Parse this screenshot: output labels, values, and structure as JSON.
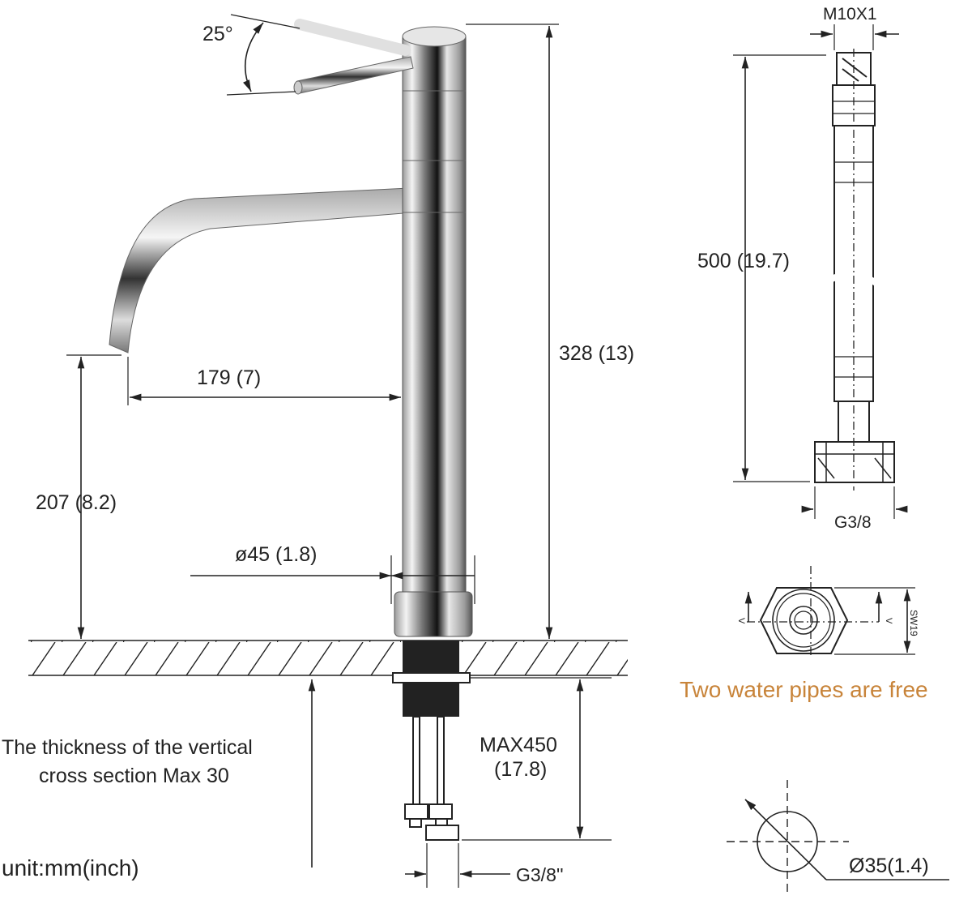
{
  "title": "Faucet dimension drawing",
  "labels": {
    "angle": "25°",
    "height": "328 (13)",
    "reach": "179 (7)",
    "spout_height": "207 (8.2)",
    "base_diameter": "ø45 (1.8)",
    "max_length_1": "MAX450",
    "max_length_2": "(17.8)",
    "thickness_1": "The thickness of the vertical",
    "thickness_2": "cross section Max 30",
    "unit": "unit:mm(inch)",
    "connector": "G3/8''",
    "hose_thread": "M10X1",
    "hose_length": "500 (19.7)",
    "hose_nut": "G3/8",
    "wrench_size": "SW19",
    "section_mark": "V",
    "free_pipes": "Two water pipes are free",
    "hole_diameter": "Ø35(1.4)"
  },
  "colors": {
    "accent": "#c8843a",
    "line": "#222222"
  }
}
